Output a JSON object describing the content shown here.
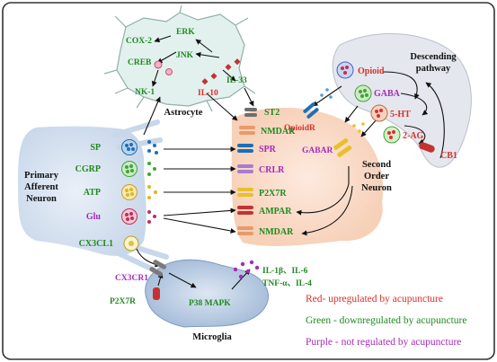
{
  "title": "",
  "colors": {
    "up": "#d9302a",
    "down": "#1f8a1f",
    "neutral": "#a52ab8",
    "black": "#111111",
    "neuron_fill": "#dfe8f3",
    "second_order_fill": "#fbe3d4",
    "descending_fill": "#e8eaef",
    "microglia_fill": "#c3d4e8",
    "astrocyte_fill": "#e2f1ee"
  },
  "regions": {
    "astrocyte": "Astrocyte",
    "primary_neuron": [
      "Primary",
      "Afferent",
      "Neuron"
    ],
    "second_order": [
      "Second",
      "Order",
      "Neuron"
    ],
    "descending": [
      "Descending",
      "pathway"
    ],
    "microglia": "Microglia"
  },
  "primary_afferent": {
    "mediators": [
      {
        "id": "sp",
        "text": "SP",
        "color": "down",
        "vesicle_color": "#1c6fb5"
      },
      {
        "id": "cgrp",
        "text": "CGRP",
        "color": "down",
        "vesicle_color": "#3aa832"
      },
      {
        "id": "atp",
        "text": "ATP",
        "color": "down",
        "vesicle_color": "#e0b520"
      },
      {
        "id": "glu",
        "text": "Glu",
        "color": "neutral",
        "vesicle_color": "#c22d5a"
      },
      {
        "id": "cx3cl1",
        "text": "CX3CL1",
        "color": "down",
        "vesicle_color": "#d9c24a"
      }
    ]
  },
  "second_order_receptors": [
    {
      "id": "st2",
      "text": "ST2",
      "color": "down",
      "icon_color": "#6e6e6e"
    },
    {
      "id": "nmdar_top",
      "text": "NMDAR",
      "color": "down",
      "icon_color": "#e89a6a"
    },
    {
      "id": "spr",
      "text": "SPR",
      "color": "neutral",
      "icon_color": "#1c6fb5"
    },
    {
      "id": "crlr",
      "text": "CRLR",
      "color": "neutral",
      "icon_color": "#a67bd0"
    },
    {
      "id": "p2x7r",
      "text": "P2X7R",
      "color": "down",
      "icon_color": "#e6c12b"
    },
    {
      "id": "ampar",
      "text": "AMPAR",
      "color": "down",
      "icon_color": "#c43232"
    },
    {
      "id": "nmdar_bottom",
      "text": "NMDAR",
      "color": "down",
      "icon_color": "#e89a6a"
    }
  ],
  "astrocyte_labels": [
    {
      "id": "cox2",
      "text": "COX-2",
      "color": "down"
    },
    {
      "id": "erk",
      "text": "ERK",
      "color": "down"
    },
    {
      "id": "creb",
      "text": "CREB",
      "color": "down"
    },
    {
      "id": "jnk",
      "text": "JNK",
      "color": "down"
    },
    {
      "id": "nk1",
      "text": "NK-1",
      "color": "down"
    },
    {
      "id": "il10",
      "text": "IL-10",
      "color": "up"
    },
    {
      "id": "il33",
      "text": "IL-33",
      "color": "down"
    }
  ],
  "descending_labels": [
    {
      "id": "opioid",
      "text": "Opioid",
      "color": "up"
    },
    {
      "id": "gaba",
      "text": "GABA",
      "color": "neutral"
    },
    {
      "id": "ht5",
      "text": "5-HT",
      "color": "up"
    },
    {
      "id": "ag2",
      "text": "2-AG",
      "color": "up"
    },
    {
      "id": "cb1",
      "text": "CB1",
      "color": "up"
    },
    {
      "id": "opioidr",
      "text": "OpioidR",
      "color": "up"
    },
    {
      "id": "gabar",
      "text": "GABAR",
      "color": "neutral"
    }
  ],
  "microglia_labels": [
    {
      "id": "cx3cr1",
      "text": "CX3CR1",
      "color": "neutral"
    },
    {
      "id": "p2x7r_mg",
      "text": "P2X7R",
      "color": "down"
    },
    {
      "id": "p38",
      "text": "P38 MAPK",
      "color": "down"
    },
    {
      "id": "il1b",
      "text": "IL-1β、IL-6",
      "color": "down"
    },
    {
      "id": "tnfa",
      "text": "TNF-α、IL-4",
      "color": "down"
    }
  ],
  "legend": [
    {
      "text": "Red- upregulated by acupuncture",
      "color": "up"
    },
    {
      "text": "Green - downregulated by acupuncture",
      "color": "down"
    },
    {
      "text": "Purple - not regulated by acupuncture",
      "color": "neutral"
    }
  ]
}
